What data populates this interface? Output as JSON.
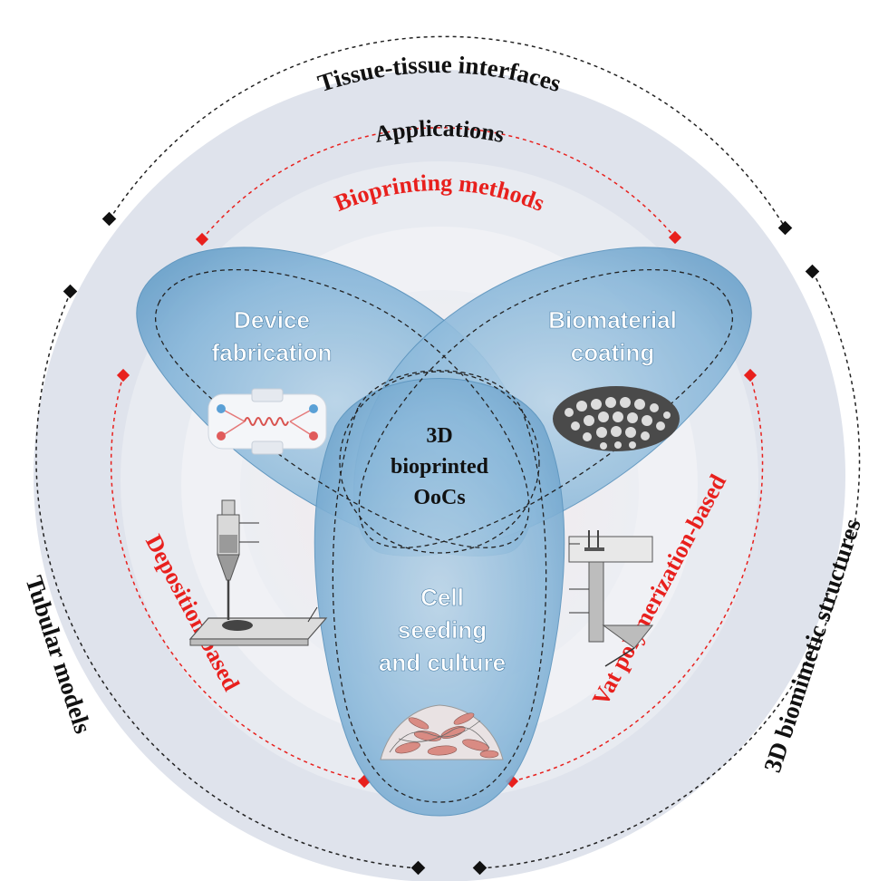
{
  "outer_labels": {
    "top": "Tissue-tissue interfaces",
    "left": "Tubular models",
    "right": "3D biomimetic structures"
  },
  "ring_label": "Applications",
  "methods": {
    "top": "Bioprinting methods",
    "left": "Deposition-based",
    "right": "Vat polymerization-based"
  },
  "petals": {
    "left": [
      "Device",
      "fabrication"
    ],
    "right": [
      "Biomaterial",
      "coating"
    ],
    "bottom": [
      "Cell",
      "seeding",
      "and culture"
    ]
  },
  "center": [
    "3D",
    "bioprinted",
    "OoCs"
  ],
  "colors": {
    "outer_ring": "#dfe3ec",
    "inner_ring": "#eceef3",
    "petal_fill": "#7fb0d3",
    "petal_edge": "#5a93bd",
    "methods_red": "#e8201d",
    "dark_text": "#111111"
  },
  "icons": {
    "device": "microfluidic-chip-icon",
    "biomaterial": "porous-scaffold-icon",
    "cells": "cell-culture-icon",
    "deposition": "extrusion-printer-icon",
    "vat": "vat-printer-icon"
  }
}
